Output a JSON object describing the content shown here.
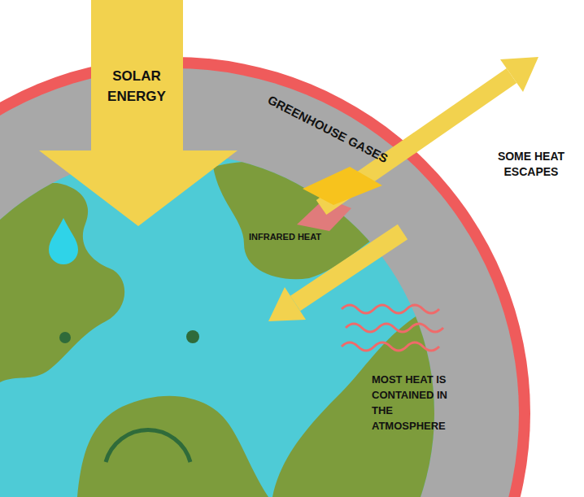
{
  "diagram": {
    "labels": [
      "SOLAR ENERGY",
      "GREENHOUSE GASES",
      "INFRARED HEAT",
      "SOME HEAT ESCAPES",
      "MOST HEAT IS CONTAINED IN THE ATMOSPHERE"
    ]
  }
}
